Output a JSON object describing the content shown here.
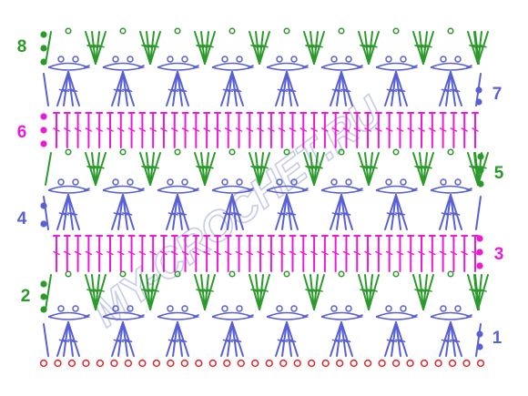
{
  "diagram": {
    "kind": "crochet-stitch-chart",
    "colors": {
      "green": "#2a9a2a",
      "blue": "#5860d4",
      "magenta": "#ea1ad6",
      "chain_red": "#e0242a",
      "watermark": "#c7cbe6",
      "background": "#ffffff"
    },
    "watermark_text": "MY-CROCHET.RU",
    "row_labels": [
      {
        "number": "8",
        "side": "left",
        "color": "green"
      },
      {
        "number": "7",
        "side": "right",
        "color": "blue"
      },
      {
        "number": "6",
        "side": "left",
        "color": "magenta"
      },
      {
        "number": "5",
        "side": "right",
        "color": "green"
      },
      {
        "number": "4",
        "side": "left",
        "color": "blue"
      },
      {
        "number": "3",
        "side": "right",
        "color": "magenta"
      },
      {
        "number": "2",
        "side": "left",
        "color": "green"
      },
      {
        "number": "1",
        "side": "right",
        "color": "blue"
      }
    ],
    "foundation": {
      "symbol": "chain",
      "count": 32,
      "color": "chain_red"
    },
    "stitch_rows": [
      {
        "row": "1",
        "pattern": "clusters pointing up",
        "color": "blue"
      },
      {
        "row": "2",
        "pattern": "fans with chain loops",
        "color": "green"
      },
      {
        "row": "3",
        "pattern": "double crochet row",
        "color": "magenta"
      },
      {
        "row": "4",
        "pattern": "clusters pointing up",
        "color": "blue"
      },
      {
        "row": "5",
        "pattern": "fans with chain loops",
        "color": "green"
      },
      {
        "row": "6",
        "pattern": "double crochet row",
        "color": "magenta"
      },
      {
        "row": "7",
        "pattern": "clusters pointing up",
        "color": "blue"
      },
      {
        "row": "8",
        "pattern": "fans with chain loops",
        "color": "green"
      }
    ]
  }
}
